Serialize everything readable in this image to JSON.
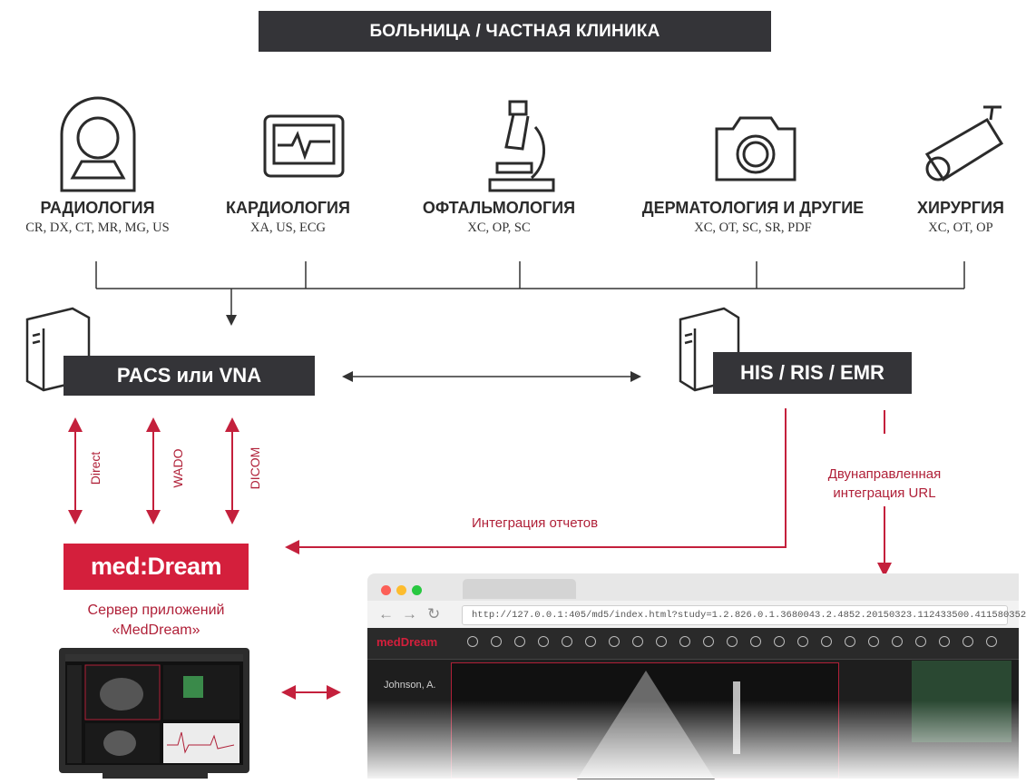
{
  "top_banner": "БОЛЬНИЦА / ЧАСТНАЯ КЛИНИКА",
  "departments": [
    {
      "name": "РАДИОЛОГИЯ",
      "modalities": "CR, DX, CT, MR, MG, US",
      "icon": "ct-scanner-icon"
    },
    {
      "name": "КАРДИОЛОГИЯ",
      "modalities": "XA, US, ECG",
      "icon": "ecg-monitor-icon"
    },
    {
      "name": "ОФТАЛЬМОЛОГИЯ",
      "modalities": "XC, OP, SC",
      "icon": "microscope-icon"
    },
    {
      "name": "ДЕРМАТОЛОГИЯ И ДРУГИЕ",
      "modalities": "XC, OT, SC, SR, PDF",
      "icon": "camera-icon"
    },
    {
      "name": "ХИРУРГИЯ",
      "modalities": "XC, OT, OP",
      "icon": "video-camera-icon"
    }
  ],
  "pacs_label": "PACS или VNA",
  "his_label": "HIS / RIS / EMR",
  "protocols": [
    "Direct",
    "WADO",
    "DICOM"
  ],
  "meddream_logo": "med:Dream",
  "server_caption": [
    "Сервер приложений",
    "«MedDream»"
  ],
  "report_integration": "Интеграция отчетов",
  "url_integration": [
    "Двунаправленная",
    "интеграция URL"
  ],
  "browser": {
    "url": "http://127.0.0.1:405/md5/index.html?study=1.2.826.0.1.3680043.2.4852.20150323.112433500.411580352",
    "app_logo": "medDream",
    "patient": "Johnson, A."
  },
  "colors": {
    "accent": "#d41f3c",
    "dark": "#343438",
    "link_red": "#b02038"
  }
}
